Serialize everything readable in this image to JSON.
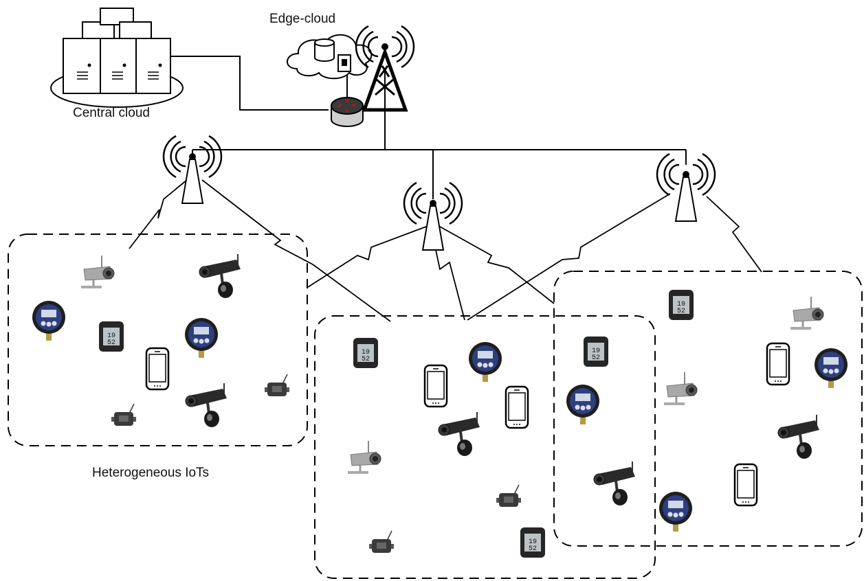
{
  "labels": {
    "edge_cloud": "Edge-cloud",
    "central_cloud": "Central cloud",
    "iot_group": "Heterogeneous IoTs"
  },
  "colors": {
    "line": "#000000",
    "device_dark": "#2a2a2a",
    "camera_grey": "#9a9a9a",
    "gauge_blue": "#2e3f7f",
    "router_red": "#b01818"
  },
  "icons": [
    "server-icon",
    "cloud-icon",
    "database-icon",
    "router-icon",
    "tower-icon",
    "antenna-icon",
    "camera-icon",
    "pressure-gauge-icon",
    "thermometer-display-icon",
    "smartphone-icon",
    "sensor-node-icon"
  ]
}
